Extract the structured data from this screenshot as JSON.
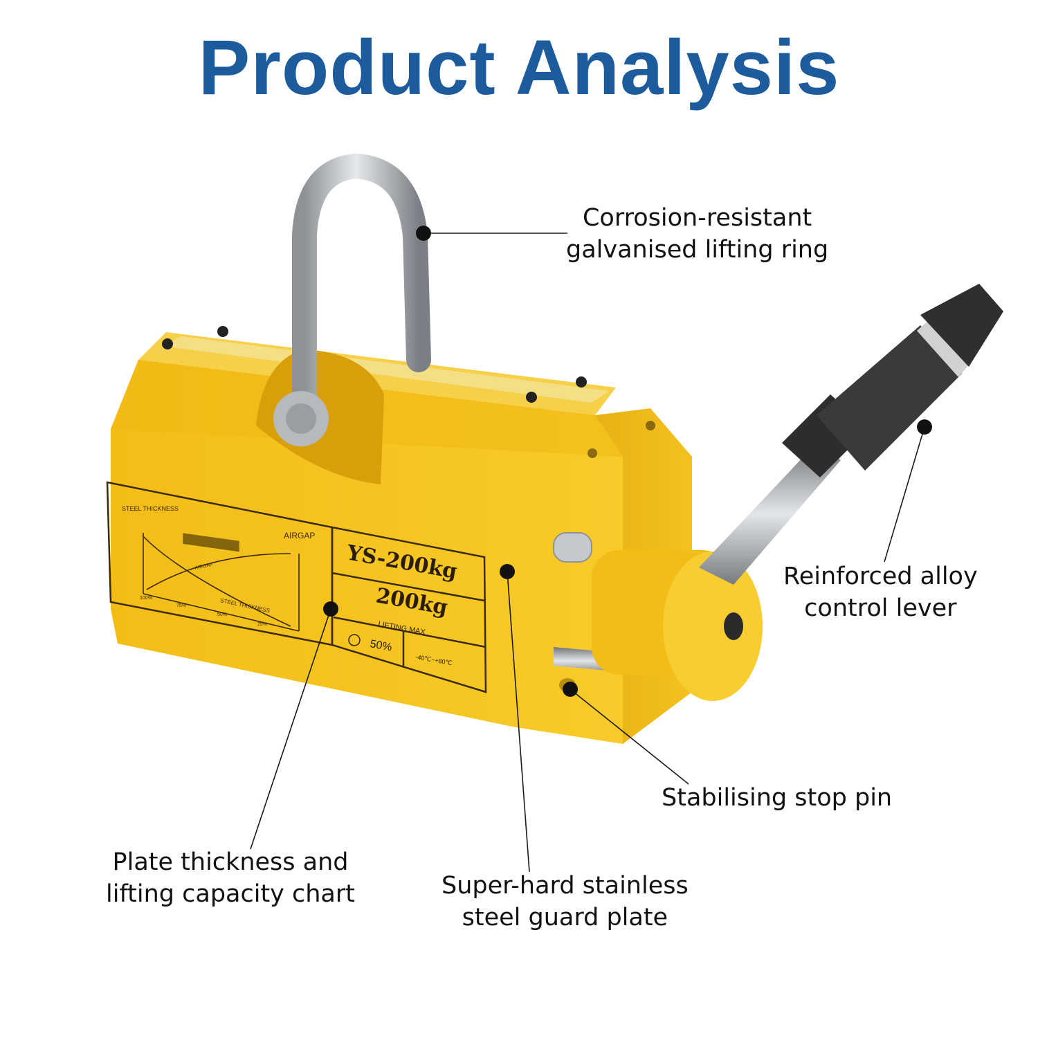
{
  "header": {
    "title": "Product Analysis"
  },
  "colors": {
    "title": "#1c5b9c",
    "body_yellow": "#f5c21c",
    "body_shade": "#d9a20c",
    "line_dark": "#1a1a1a"
  },
  "product": {
    "plate_model": "YS-200kg",
    "plate_capacity": "200kg",
    "plate_lifting_max": "LIFTING MAX",
    "plate_percent": "50%",
    "plate_temp": "-40℃~+80℃",
    "chart_steel_thickness": "STEEL THICKNESS",
    "chart_airgap": "AIRGAP",
    "chart_airgap_curve": "AIRGAP",
    "chart_steel_thickness_axis": "STEEL THICKNESS",
    "chart_tick_100": "100%",
    "chart_tick_75": "75%",
    "chart_tick_50": "50%",
    "chart_tick_25": "25%"
  },
  "callouts": {
    "lifting_ring": {
      "line1": "Corrosion-resistant",
      "line2": "galvanised lifting ring"
    },
    "control_lever": {
      "line1": "Reinforced alloy",
      "line2": "control lever"
    },
    "stop_pin": {
      "line1": "Stabilising stop pin"
    },
    "chart": {
      "line1": "Plate thickness and",
      "line2": "lifting capacity chart"
    },
    "guard_plate": {
      "line1": "Super-hard stainless",
      "line2": "steel guard plate"
    }
  }
}
